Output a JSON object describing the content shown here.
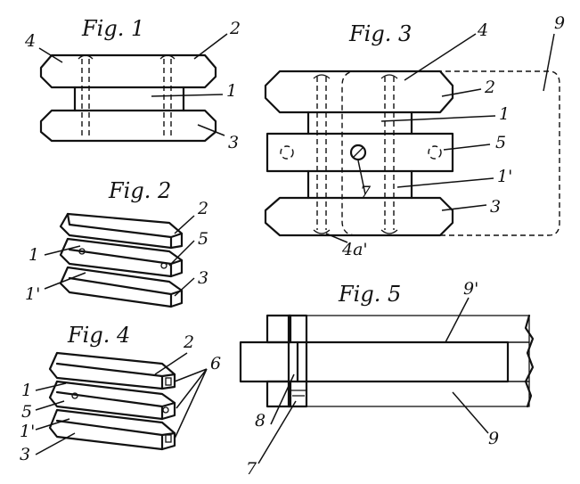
{
  "figures": {
    "fig1": "Fig. 1",
    "fig2": "Fig. 2",
    "fig3": "Fig. 3",
    "fig4": "Fig. 4",
    "fig5": "Fig. 5"
  },
  "labels": {
    "f1": [
      "4",
      "2",
      "1",
      "3"
    ],
    "f2": [
      "2",
      "5",
      "1",
      "3",
      "1'"
    ],
    "f3": [
      "4",
      "9",
      "2",
      "1",
      "5",
      "1'",
      "7",
      "3",
      "4a'"
    ],
    "f4": [
      "2",
      "6",
      "1",
      "5",
      "1'",
      "3"
    ],
    "f5": [
      "9'",
      "8",
      "9",
      "7"
    ]
  }
}
